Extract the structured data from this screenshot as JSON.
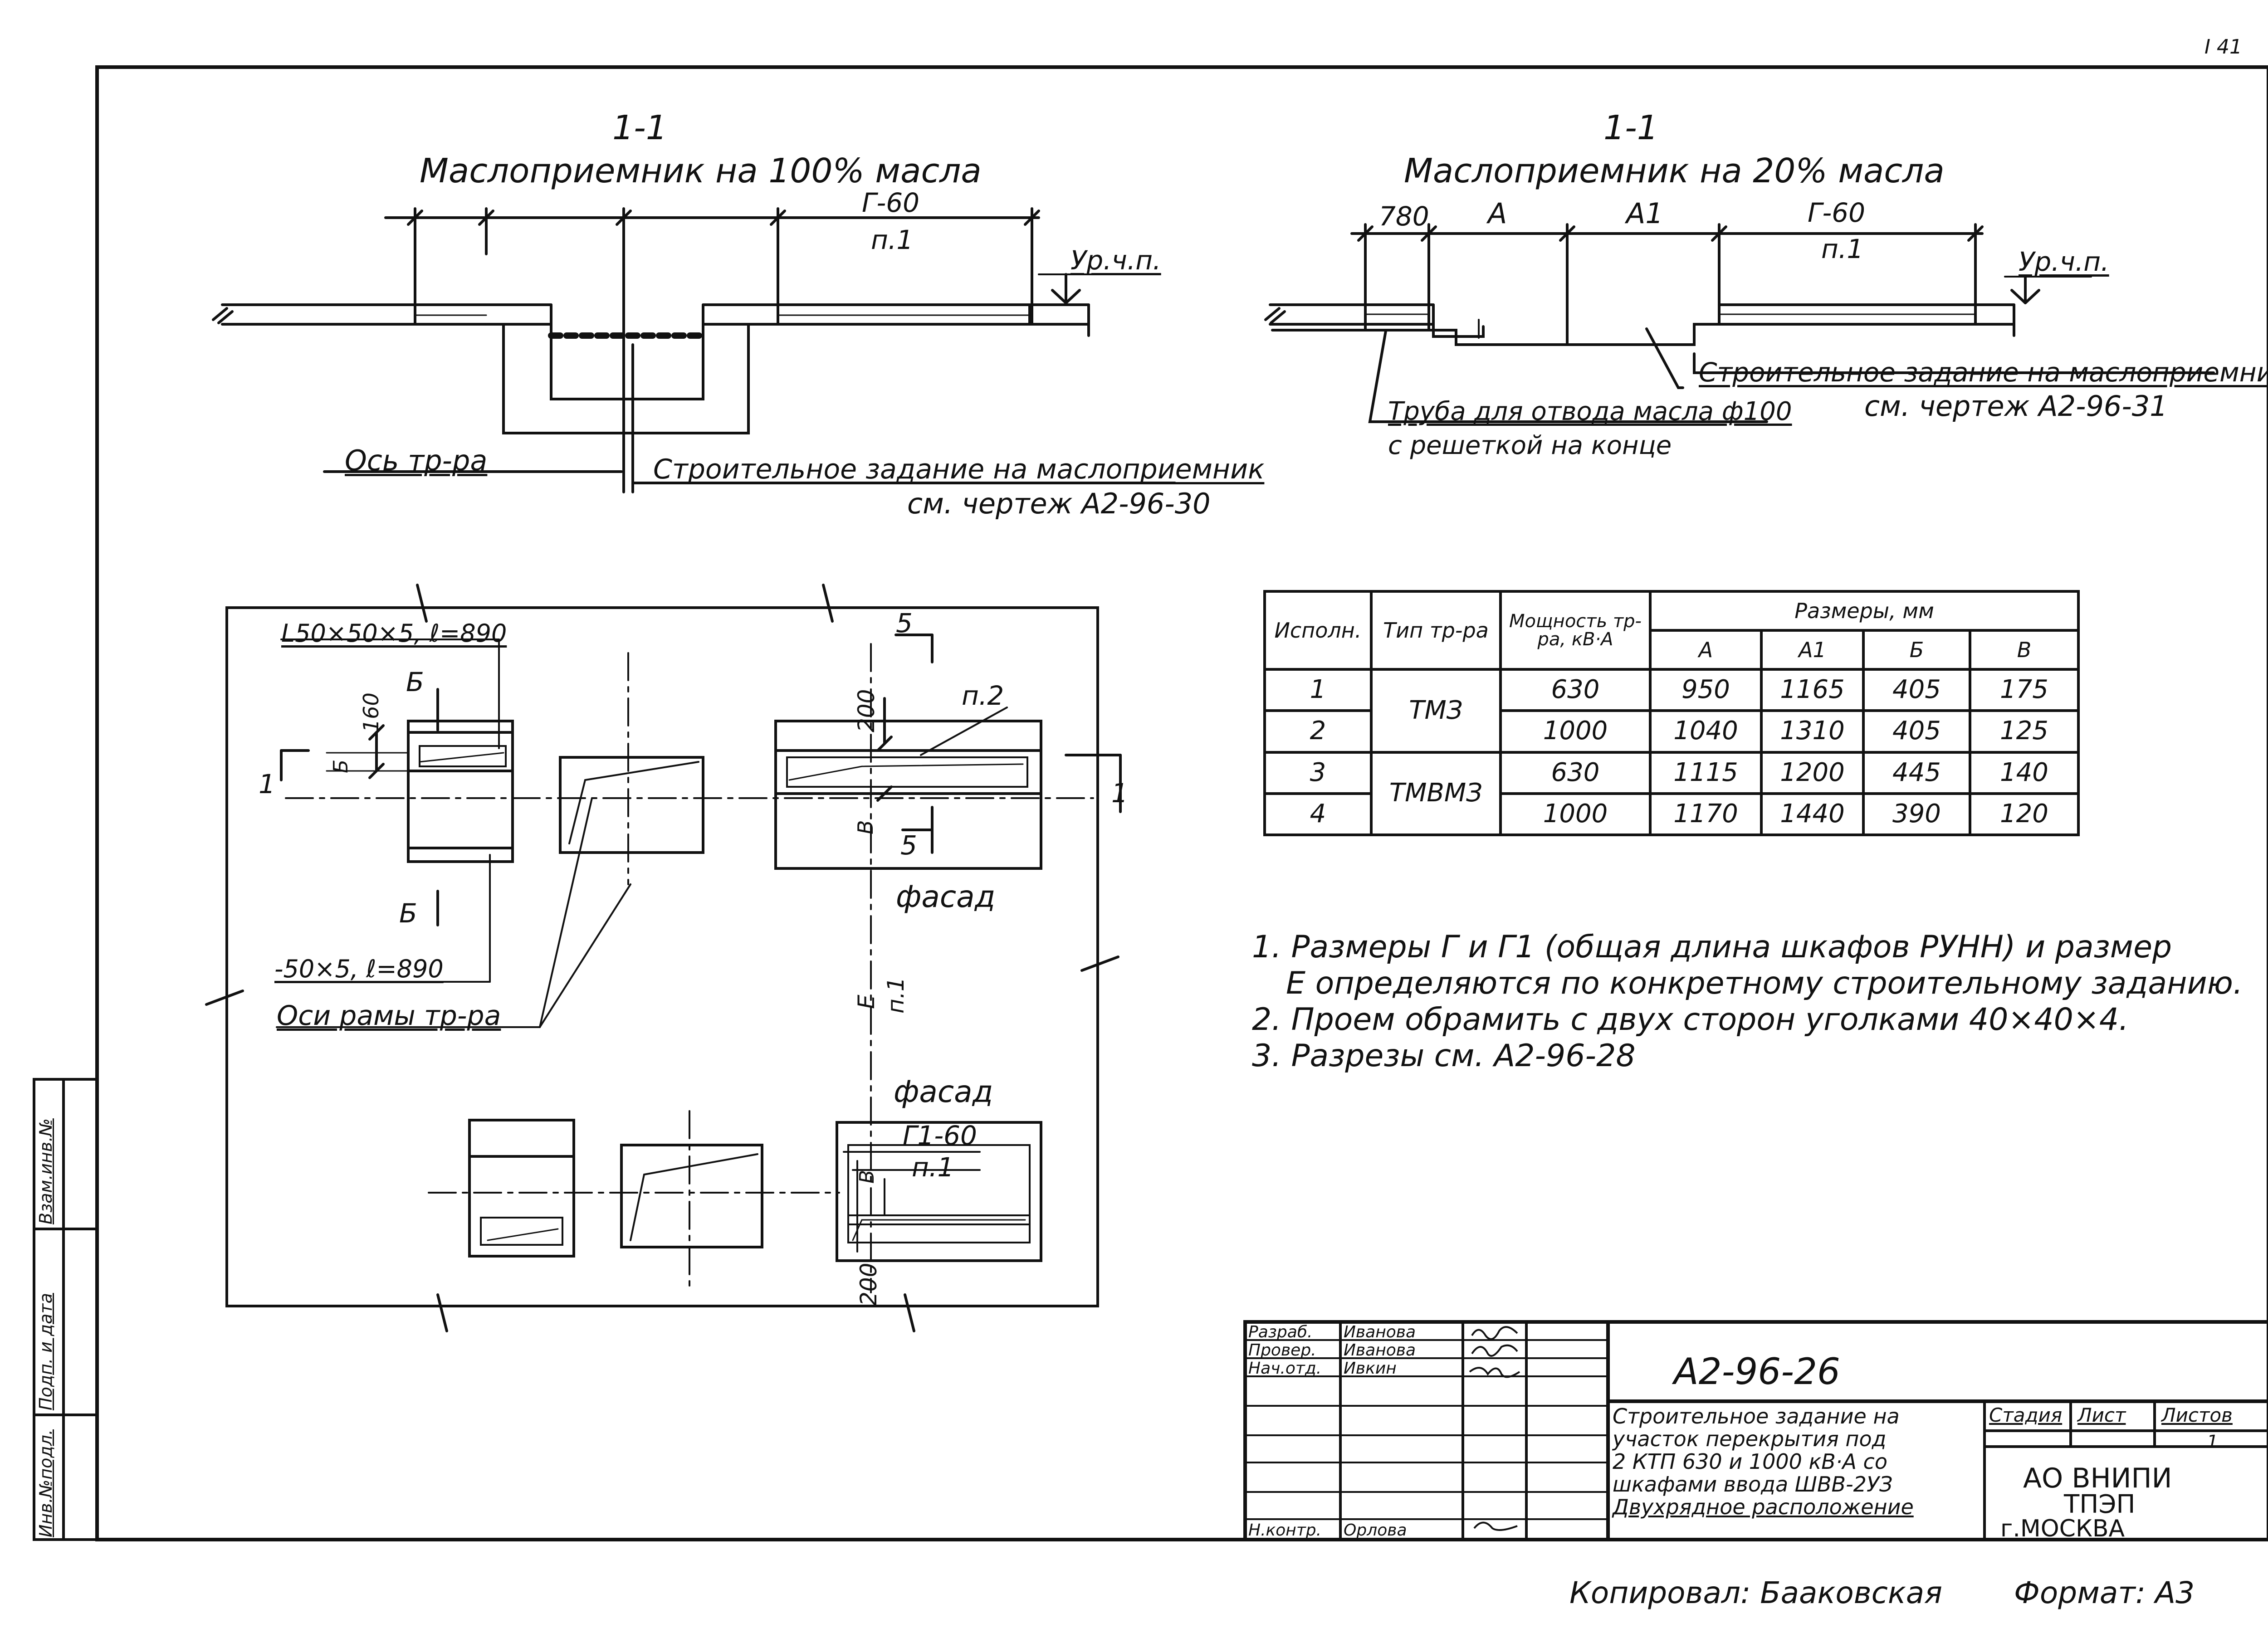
{
  "sheet_corner": "I 41",
  "section_left": {
    "mark": "1-1",
    "title": "Маслоприемник на 100% масла",
    "dim_g": "Г-60",
    "dim_p": "п.1",
    "level": "Ур.ч.п.",
    "callout_axis": "Ось тр-ра",
    "callout_task_1": "Строительное задание на маслоприемник",
    "callout_task_2": "см. чертеж А2-96-30"
  },
  "section_right": {
    "mark": "1-1",
    "title": "Маслоприемник на 20% масла",
    "dim_780": "780",
    "dim_a": "А",
    "dim_a1": "А1",
    "dim_g": "Г-60",
    "dim_p": "п.1",
    "level": "Ур.ч.п.",
    "callout_task_1": "Строительное задание на маслоприемник",
    "callout_task_2": "см. чертеж А2-96-31",
    "callout_pipe_1": "Труба для отвода масла ф100",
    "callout_pipe_2": "с решеткой на конце"
  },
  "plan": {
    "angle_label": "L50×50×5, ℓ=890",
    "strip_label": "-50×5, ℓ=890",
    "axes_label": "Оси рамы тр-ра",
    "cut_b": "Б",
    "cut_5": "5",
    "mark_1": "1",
    "dim_160": "160",
    "dim_b_small": "Б",
    "dim_200": "200",
    "dim_e": "Е",
    "dim_v": "В",
    "p2": "п.2",
    "p1": "п.1",
    "facade_1": "фасад",
    "facade_2": "фасад",
    "g1_60": "Г1-60",
    "p1_lower": "п.1"
  },
  "table": {
    "h_exec": "Исполн.",
    "h_type": "Тип тр-ра",
    "h_power": "Мощность тр-ра, кВ·А",
    "h_sizes": "Размеры, мм",
    "h_a": "А",
    "h_a1": "А1",
    "h_b": "Б",
    "h_v": "В",
    "type_1": "ТМЗ",
    "type_2": "ТМВМЗ",
    "rows": [
      {
        "exec": "1",
        "power": "630",
        "a": "950",
        "a1": "1165",
        "b": "405",
        "v": "175"
      },
      {
        "exec": "2",
        "power": "1000",
        "a": "1040",
        "a1": "1310",
        "b": "405",
        "v": "125"
      },
      {
        "exec": "3",
        "power": "630",
        "a": "1115",
        "a1": "1200",
        "b": "445",
        "v": "140"
      },
      {
        "exec": "4",
        "power": "1000",
        "a": "1170",
        "a1": "1440",
        "b": "390",
        "v": "120"
      }
    ]
  },
  "notes": [
    "1. Размеры Г и Г1 (общая длина шкафов РУНН) и размер",
    "Е определяются по конкретному строительному заданию.",
    "2. Проем обрамить с двух сторон уголками 40×40×4.",
    "3. Разрезы см. А2-96-28"
  ],
  "stamp": {
    "razrab_role": "Разраб.",
    "razrab_name": "Иванова",
    "prover_role": "Провер.",
    "prover_name": "Иванова",
    "nach_role": "Нач.отд.",
    "nach_name": "Ивкин",
    "nkontr_role": "Н.контр.",
    "nkontr_name": "Орлова",
    "code": "А2-96-26",
    "title_1": "Строительное задание на",
    "title_2": "участок перекрытия под",
    "title_3": "2 КТП 630 и 1000 кВ·А со",
    "title_4": "шкафами ввода ШВВ-2УЗ",
    "title_5": "Двухрядное расположение",
    "stage": "Стадия",
    "sheet": "Лист",
    "sheets": "Листов",
    "sheets_value": "1",
    "org_1": "АО ВНИПИ",
    "org_2": "ТПЭП",
    "org_3": "г.МОСКВА"
  },
  "side_stamp": {
    "s1": "Инв.№подл.",
    "s2": "Подп. и дата",
    "s3": "Взам.инв.№"
  },
  "footer": {
    "copied": "Копировал: Бааковская",
    "format": "Формат: А3"
  }
}
